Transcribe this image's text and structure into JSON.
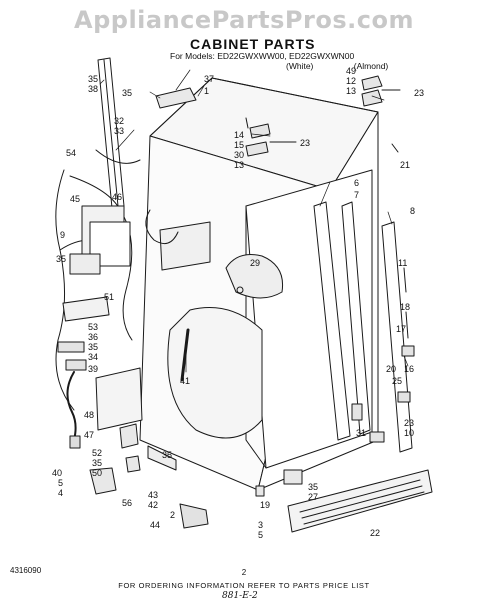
{
  "header": {
    "watermark": "AppliancePartsPros.com",
    "title": "CABINET PARTS",
    "models_prefix": "For Models: ED22GWXWW00, ED22GWXWN00",
    "variant_white": "(White)",
    "variant_almond": "(Almond)"
  },
  "footer": {
    "doc_number": "4316090",
    "note": "FOR ORDERING INFORMATION REFER TO PARTS PRICE LIST",
    "page": "2",
    "handwritten": "881-E-2"
  },
  "callouts": {
    "c49": "49",
    "c12": "12",
    "c13a": "13",
    "c23a": "23",
    "c35a": "35",
    "c38": "38",
    "c35b": "35",
    "c37": "37",
    "c1": "1",
    "c32": "32",
    "c33": "33",
    "c14": "14",
    "c15": "15",
    "c23b": "23",
    "c30": "30",
    "c13b": "13",
    "c21": "21",
    "c54": "54",
    "c46": "46",
    "c45": "45",
    "c9": "9",
    "c35c": "35",
    "c6": "6",
    "c7": "7",
    "c8": "8",
    "c29": "29",
    "c51": "51",
    "c11": "11",
    "c53": "53",
    "c36": "36",
    "c35d": "35",
    "c34": "34",
    "c39": "39",
    "c18": "18",
    "c17": "17",
    "c41": "41",
    "c16": "16",
    "c20": "20",
    "c25": "25",
    "c48": "48",
    "c47": "47",
    "c31": "31",
    "c23c": "23",
    "c10": "10",
    "c52": "52",
    "c35e": "35",
    "c50": "50",
    "c35f": "35",
    "c40": "40",
    "c5a": "5",
    "c4": "4",
    "c56": "56",
    "c43": "43",
    "c42": "42",
    "c2": "2",
    "c44": "44",
    "c19": "19",
    "c35g": "35",
    "c27": "27",
    "c3": "3",
    "c5b": "5",
    "c22": "22"
  }
}
